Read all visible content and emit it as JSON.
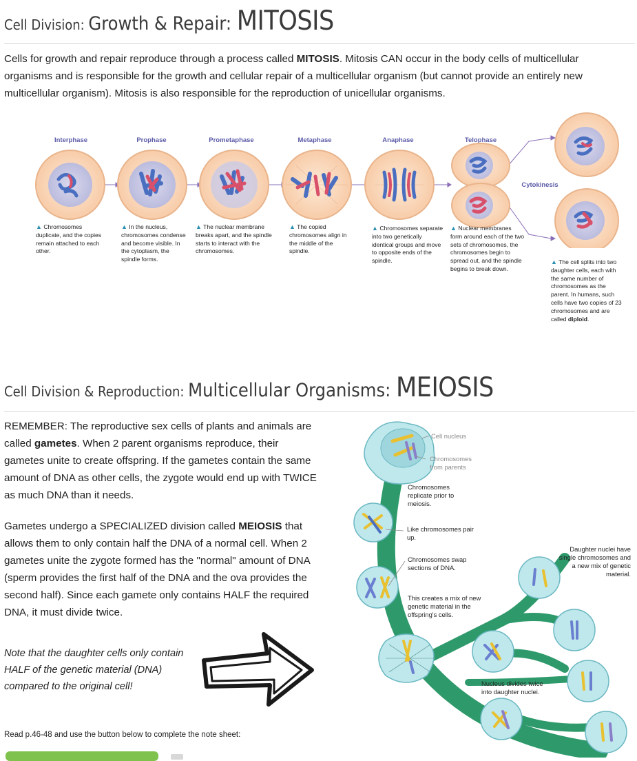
{
  "mitosis": {
    "heading_small": "Cell Division: ",
    "heading_mid": "Growth & Repair: ",
    "heading_big": "MITOSIS",
    "para_1": "Cells for growth and repair reproduce through a process called ",
    "para_bold": "MITOSIS",
    "para_2": ". Mitosis CAN occur in the body cells of multicellular organisms and is responsible for the growth and cellular repair of a multicellular organism (but cannot provide an entirely new multicellular organism). Mitosis is also responsible for the reproduction of unicellular organisms.",
    "stages": [
      {
        "title": "Interphase",
        "caption": "Chromosomes duplicate, and the copies remain attached to each other."
      },
      {
        "title": "Prophase",
        "caption": "In the nucleus, chromosomes condense and become visible. In the cytoplasm, the spindle forms."
      },
      {
        "title": "Prometaphase",
        "caption": "The nuclear membrane breaks apart, and the spindle starts to interact with the chromosomes."
      },
      {
        "title": "Metaphase",
        "caption": "The copied chromosomes align in the middle of the spindle."
      },
      {
        "title": "Anaphase",
        "caption": "Chromosomes separate into two genetically identical groups and move to opposite ends of the spindle."
      },
      {
        "title": "Telophase",
        "caption": "Nuclear membranes form around each of the two sets of chromosomes, the chromosomes begin to spread out, and the spindle begins to break down."
      }
    ],
    "cytokinesis_label": "Cytokinesis",
    "final_caption": "The cell splits into two daughter cells, each with the same number of chromosomes as the parent. In humans, such cells have two copies of 23 chromosomes and are called ",
    "final_caption_bold": "diploid",
    "final_caption_end": "."
  },
  "meiosis": {
    "heading_small": "Cell Division & Reproduction: ",
    "heading_mid": "Multicellular Organisms: ",
    "heading_big": "MEIOSIS",
    "p1_a": "REMEMBER: The reproductive sex cells of plants and animals are called ",
    "p1_bold": "gametes",
    "p1_b": ". When 2 parent organisms reproduce, their gametes unite to create offspring. If the gametes contain the same amount of DNA as other cells, the zygote would end up with TWICE as much DNA than it needs.",
    "p2_a": "Gametes undergo a SPECIALIZED division called ",
    "p2_bold": "MEIOSIS",
    "p2_b": " that allows them to only contain half the DNA of a normal cell. When 2 gametes unite the zygote formed has the \"normal\" amount of DNA (sperm provides the first half of the DNA and the ova provides the second half). Since each gamete only contains HALF the required DNA, it must divide twice.",
    "note": "Note that the daughter cells only contain HALF of the genetic material (DNA) compared to the original cell!",
    "diagram_labels": {
      "cell_nucleus": "Cell nucleus",
      "chromosomes_from_parents": "Chromosomes from parents",
      "replicate": "Chromosomes replicate prior to meiosis.",
      "pair_up": "Like chromosomes pair up.",
      "swap": "Chromosomes swap sections of DNA.",
      "mix": "This creates a mix of new genetic material in the offspring's cells.",
      "divides_twice": "Nucleus divides twice into daughter nuclei.",
      "daughter_nuclei": "Daughter nuclei have single chromosomes and a new mix of genetic material."
    },
    "read_instruction": "Read p.46-48 and use the button below to complete the note sheet:"
  }
}
